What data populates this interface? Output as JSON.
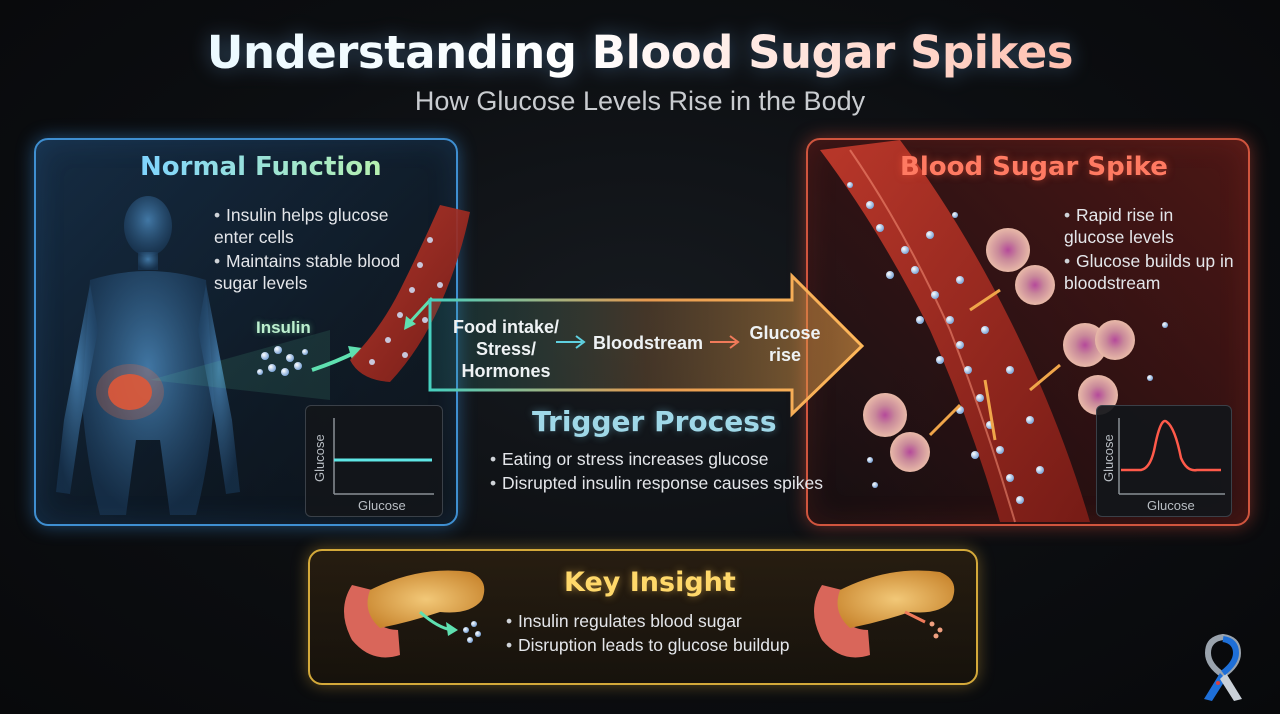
{
  "title": "Understanding Blood Sugar Spikes",
  "subtitle": "How Glucose Levels Rise in the Body",
  "normal": {
    "heading": "Normal Function",
    "bullets": [
      "Insulin helps glucose enter cells",
      "Maintains stable blood sugar levels"
    ],
    "insulin_label": "Insulin",
    "graph": {
      "ylabel": "Glucose",
      "xlabel": "Glucose",
      "shape": "flat"
    }
  },
  "spike": {
    "heading": "Blood Sugar Spike",
    "bullets": [
      "Rapid rise in glucose levels",
      "Glucose builds up in bloodstream"
    ],
    "graph": {
      "ylabel": "Glucose",
      "xlabel": "Glucose",
      "shape": "peak"
    }
  },
  "flow": {
    "step1": [
      "Food intake/",
      "Stress/",
      "Hormones"
    ],
    "step2": "Bloodstream",
    "step3": [
      "Glucose",
      "rise"
    ]
  },
  "trigger": {
    "heading": "Trigger Process",
    "bullets": [
      "Eating or stress increases glucose",
      "Disrupted insulin response causes spikes"
    ]
  },
  "key": {
    "heading": "Key Insight",
    "bullets": [
      "Insulin regulates blood sugar",
      "Disruption leads to glucose buildup"
    ]
  },
  "colors": {
    "normal_accent": "#3f8fd1",
    "spike_accent": "#d0553e",
    "key_accent": "#d4a93a",
    "arrow": "#f0a64a"
  }
}
